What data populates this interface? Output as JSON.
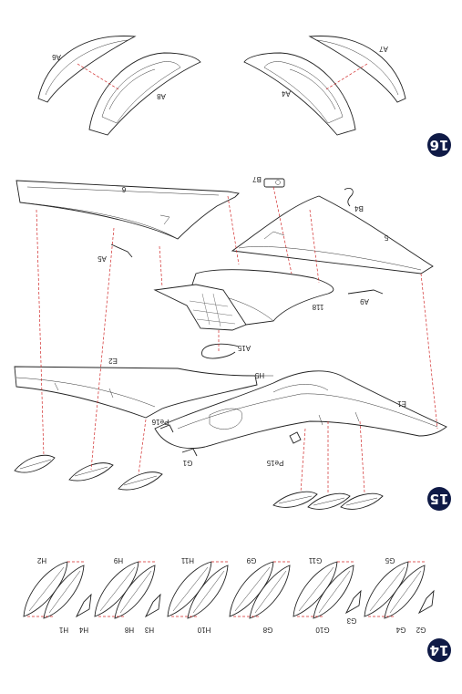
{
  "steps": {
    "step16": {
      "number": "16",
      "parts": [
        "A6",
        "A8",
        "A7",
        "A4"
      ]
    },
    "step15": {
      "number": "15",
      "parts": [
        "6",
        "B7",
        "B4",
        "5",
        "A5",
        "A9",
        "118",
        "A15",
        "E2",
        "H5",
        "E1",
        "Pe16",
        "G1",
        "Pe15"
      ]
    },
    "step14": {
      "number": "14",
      "parts": [
        "H2",
        "H1",
        "H4",
        "H9",
        "H8",
        "H3",
        "H11",
        "H10",
        "G9",
        "G8",
        "G11",
        "G10",
        "G3",
        "G5",
        "G4",
        "G2"
      ]
    }
  },
  "colors": {
    "guide_line": "#d12a2a",
    "badge": "#0f1a46",
    "ink": "#222222"
  }
}
